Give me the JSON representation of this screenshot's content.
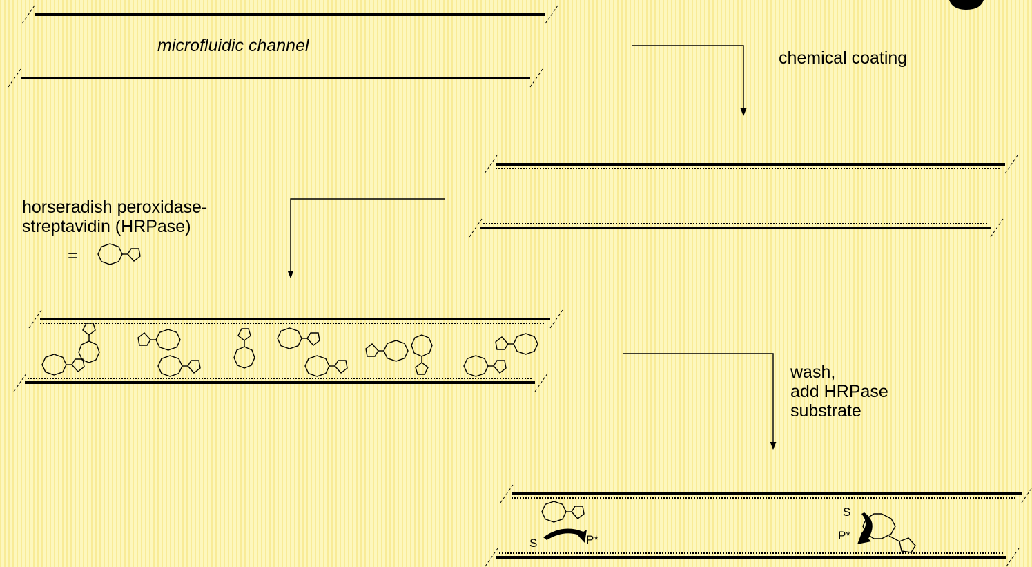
{
  "labels": {
    "channel": "microfluidic channel",
    "step1": "chemical coating",
    "hrpase_line1": "horseradish peroxidase-",
    "hrpase_line2": "streptavidin (HRPase)",
    "equals": "=",
    "step3_line1": "wash,",
    "step3_line2": "add HRPase",
    "step3_line3": "substrate",
    "substrate_left": "S",
    "product_left": "P*",
    "substrate_right": "S",
    "product_right": "P*"
  }
}
